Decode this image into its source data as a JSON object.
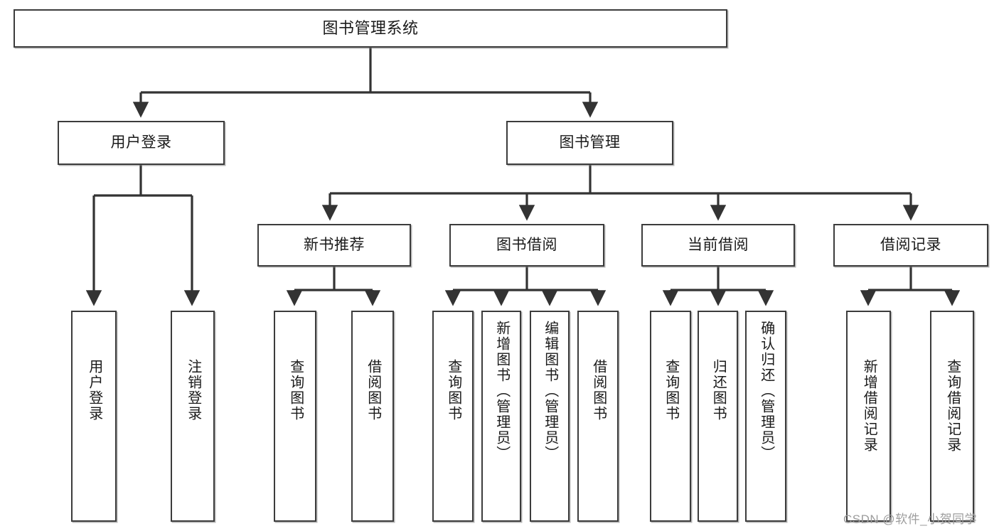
{
  "diagram": {
    "type": "tree-hierarchy-chart",
    "title": "图书管理系统",
    "root": {
      "id": "root",
      "label": "图书管理系统"
    },
    "level2": [
      {
        "id": "user-login",
        "label": "用户登录"
      },
      {
        "id": "book-management",
        "label": "图书管理"
      }
    ],
    "level3": [
      {
        "id": "new-book-recommend",
        "label": "新书推荐",
        "parent": "book-management"
      },
      {
        "id": "book-borrow",
        "label": "图书借阅",
        "parent": "book-management"
      },
      {
        "id": "current-borrow",
        "label": "当前借阅",
        "parent": "book-management"
      },
      {
        "id": "borrow-record",
        "label": "借阅记录",
        "parent": "book-management"
      }
    ],
    "leaves": {
      "user_login": [
        {
          "id": "leaf-user-login",
          "label": "用户登录"
        },
        {
          "id": "leaf-user-logout",
          "label": "注销登录"
        }
      ],
      "new_book_recommend": [
        {
          "id": "leaf-query-book-1",
          "label": "查询图书"
        },
        {
          "id": "leaf-borrow-book-1",
          "label": "借阅图书"
        }
      ],
      "book_borrow": [
        {
          "id": "leaf-query-book-2",
          "label": "查询图书"
        },
        {
          "id": "leaf-add-book",
          "label": "新增图书（管理员）"
        },
        {
          "id": "leaf-edit-book",
          "label": "编辑图书（管理员）"
        },
        {
          "id": "leaf-borrow-book-2",
          "label": "借阅图书"
        }
      ],
      "current_borrow": [
        {
          "id": "leaf-query-book-3",
          "label": "查询图书"
        },
        {
          "id": "leaf-return-book",
          "label": "归还图书"
        },
        {
          "id": "leaf-confirm-return",
          "label": "确认归还（管理员）"
        }
      ],
      "borrow_record": [
        {
          "id": "leaf-add-record",
          "label": "新增借阅记录"
        },
        {
          "id": "leaf-query-record",
          "label": "查询借阅记录"
        }
      ]
    },
    "colors": {
      "box_border": "#3c3c3c",
      "box_fill": "#ffffff",
      "connector": "#333333",
      "text": "#1a1a1a",
      "watermark": "#9d9d9d",
      "background": "#ffffff"
    }
  },
  "watermark": {
    "text": "CSDN @软件_小贺同学"
  }
}
